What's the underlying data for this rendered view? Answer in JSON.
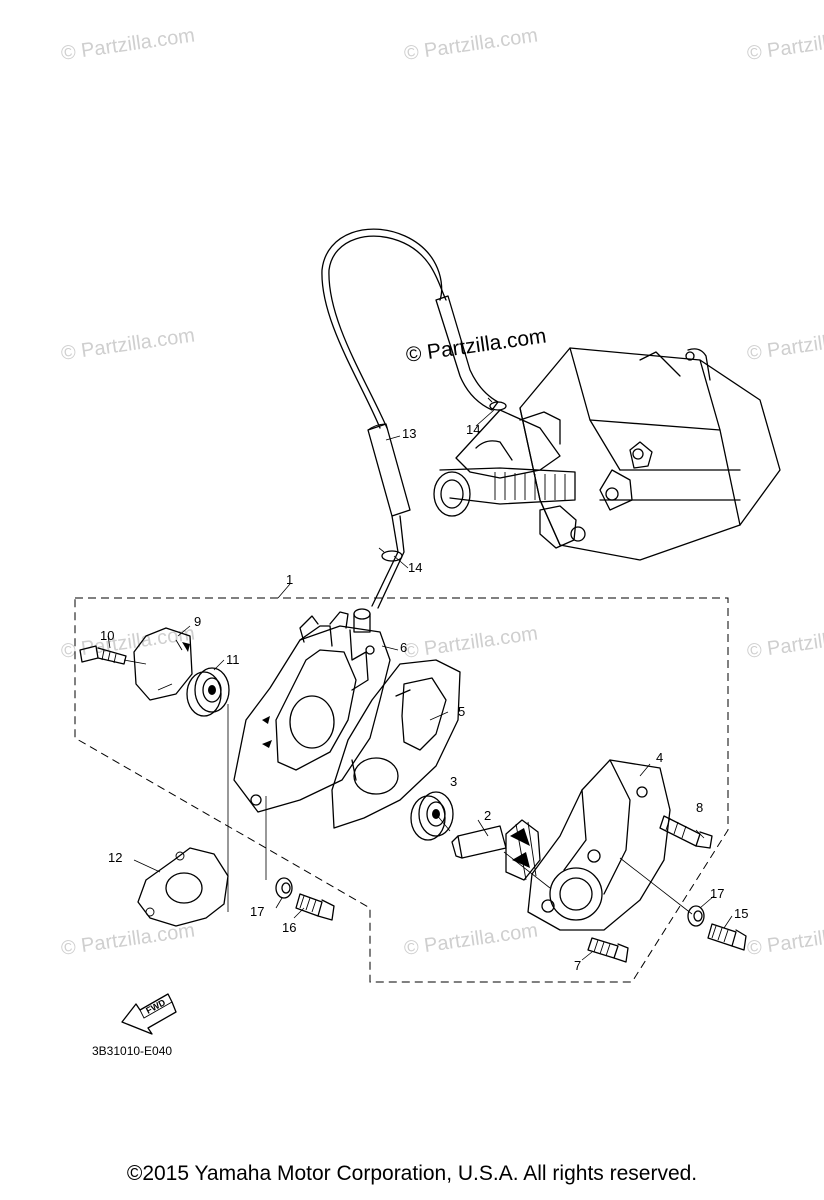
{
  "watermarks": {
    "small": "© Partzilla.com",
    "main": "© Partzilla.com"
  },
  "callouts": {
    "p1": "1",
    "p2": "2",
    "p3": "3",
    "p4": "4",
    "p5": "5",
    "p6": "6",
    "p7": "7",
    "p8": "8",
    "p9": "9",
    "p10": "10",
    "p11": "11",
    "p12": "12",
    "p13": "13",
    "p14a": "14",
    "p14b": "14",
    "p15": "15",
    "p16": "16",
    "p17a": "17",
    "p17b": "17"
  },
  "fwd_label": "FWD",
  "diagram_code": "3B31010-E040",
  "copyright": "©2015  Yamaha Motor Corporation, U.S.A. All rights reserved."
}
